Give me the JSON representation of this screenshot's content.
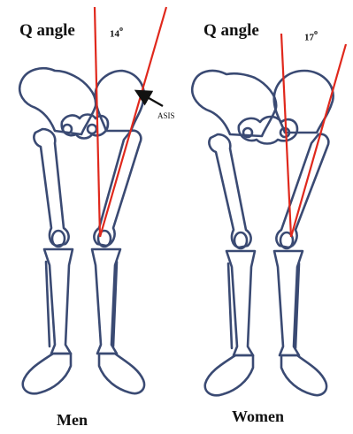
{
  "left_panel": {
    "title": "Q angle",
    "angle_value": "14",
    "angle_unit": "o",
    "caption": "Men",
    "annotation": "ASIS"
  },
  "right_panel": {
    "title": "Q angle",
    "angle_value": "17",
    "angle_unit": "o",
    "caption": "Women"
  },
  "colors": {
    "bone_outline": "#3a4a73",
    "q_line": "#e0281c",
    "arrow": "#111111"
  }
}
